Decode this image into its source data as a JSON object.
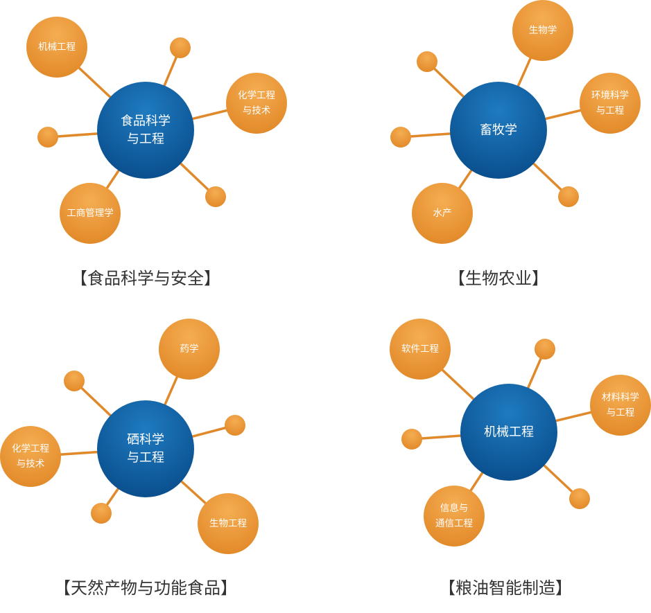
{
  "colors": {
    "hub_light": "#1f7bc0",
    "hub_dark": "#0a4f8e",
    "leaf_light": "#f5ad52",
    "leaf_dark": "#e28a2a",
    "line": "#e0892a",
    "caption": "#333333"
  },
  "diagrams": [
    {
      "hub": {
        "lines": [
          "食品科学",
          "与工程"
        ]
      },
      "caption": "【食品科学与安全】",
      "leaves": [
        {
          "lines": [
            "机械工程"
          ]
        },
        {
          "lines": []
        },
        {
          "lines": [
            "化学工程",
            "与技术"
          ]
        },
        {
          "lines": []
        },
        {
          "lines": []
        },
        {
          "lines": [
            "工商管理学"
          ]
        }
      ]
    },
    {
      "hub": {
        "lines": [
          "畜牧学"
        ]
      },
      "caption": "【生物农业】",
      "leaves": [
        {
          "lines": [
            "生物学"
          ]
        },
        {
          "lines": []
        },
        {
          "lines": [
            "环境科学",
            "与工程"
          ]
        },
        {
          "lines": []
        },
        {
          "lines": []
        },
        {
          "lines": [
            "水产"
          ]
        }
      ]
    },
    {
      "hub": {
        "lines": [
          "硒科学",
          "与工程"
        ]
      },
      "caption": "【天然产物与功能食品】",
      "leaves": [
        {
          "lines": [
            "药学"
          ]
        },
        {
          "lines": []
        },
        {
          "lines": []
        },
        {
          "lines": [
            "化学工程",
            "与技术"
          ]
        },
        {
          "lines": []
        },
        {
          "lines": [
            "生物工程"
          ]
        }
      ]
    },
    {
      "hub": {
        "lines": [
          "机械工程"
        ]
      },
      "caption": "【粮油智能制造】",
      "leaves": [
        {
          "lines": [
            "软件工程"
          ]
        },
        {
          "lines": []
        },
        {
          "lines": [
            "材料科学",
            "与工程"
          ]
        },
        {
          "lines": []
        },
        {
          "lines": []
        },
        {
          "lines": [
            "信息与",
            "通信工程"
          ]
        }
      ]
    }
  ]
}
